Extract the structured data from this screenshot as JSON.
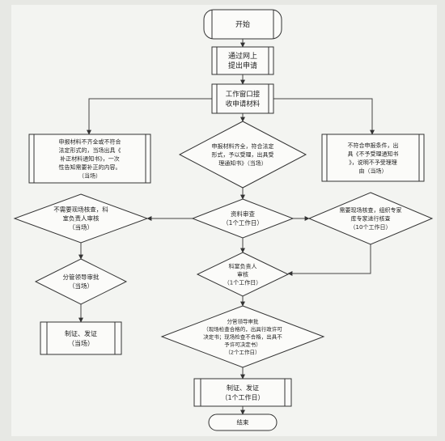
{
  "nodes": {
    "start": [
      "开始"
    ],
    "apply_online": [
      "通过网上",
      "提出申请"
    ],
    "window_receive": [
      "工作窗口接",
      "收申请材料"
    ],
    "incomplete": [
      "申报材料不齐全或不符合",
      "法定形式的，当场出具《",
      "补正材料通知书》，一次",
      "性告知需要补正的内容。",
      "（当场）"
    ],
    "complete": [
      "申报材料齐全，符合法定",
      "形式，予以受理，出具受",
      "理通知书》（当场）"
    ],
    "not_qualified": [
      "不符合申报条件，出",
      "具《不予受理通知书",
      "》，说明不予受理理",
      "由（当场）"
    ],
    "no_inspection": [
      "不需要现场核查，科",
      "室负责人审核",
      "（当场）"
    ],
    "review": [
      "资料审查",
      "（1个工作日）"
    ],
    "need_inspection": [
      "需要现场核查，组织专家",
      "库专家进行核查",
      "（10个工作日）"
    ],
    "leader_approve_left": [
      "分管领导审批",
      "（当场）"
    ],
    "section_review": [
      "科室负责人",
      "审核",
      "（1个工作日）"
    ],
    "certify_left": [
      "制证、发证",
      "（当场）"
    ],
    "leader_approve_right": [
      "分管领导审批",
      "（现场检查合格的，出具行政许可",
      "决定书；现场检查不合格，出具不",
      "予许可决定书）",
      "（2个工作日）"
    ],
    "certify_right": [
      "制证、发证",
      "（1个工作日）"
    ],
    "end": [
      "结束"
    ]
  }
}
